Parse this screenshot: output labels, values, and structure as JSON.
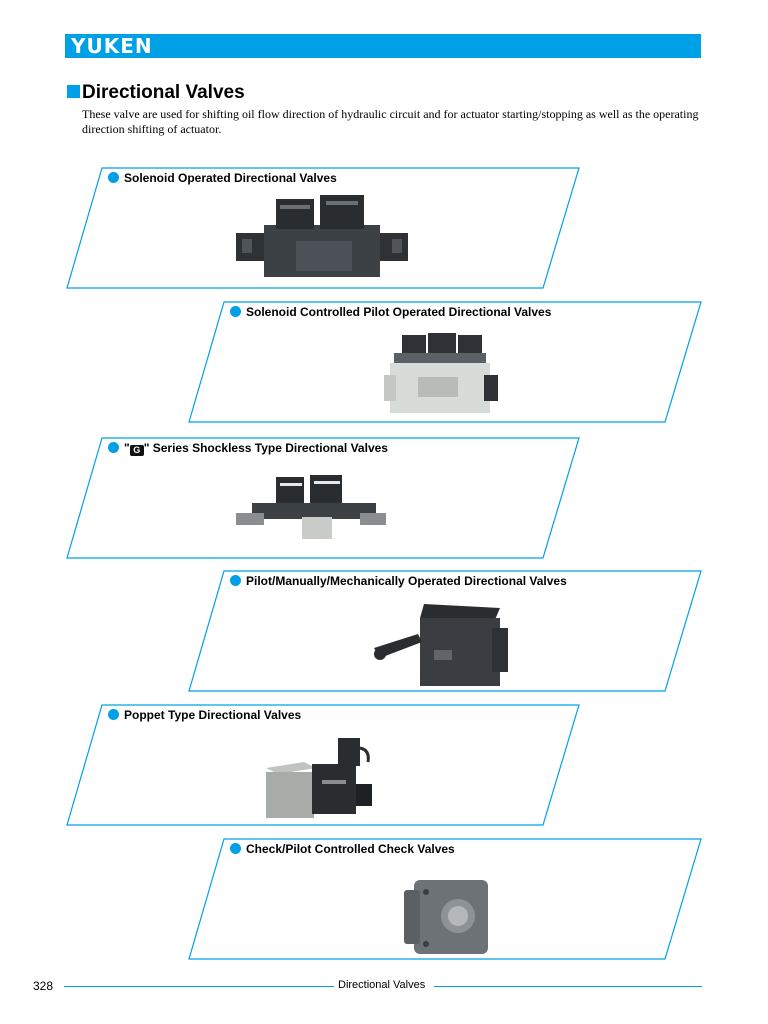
{
  "header": {
    "brand": "YUKEN"
  },
  "section": {
    "title": "Directional Valves",
    "intro": "These valve are used for shifting oil flow direction of hydraulic circuit and for actuator starting/stopping as well as the operating direction shifting of actuator."
  },
  "panels": [
    {
      "label": "Solenoid Operated Directional Valves"
    },
    {
      "label": "Solenoid Controlled Pilot Operated Directional Valves"
    },
    {
      "label_prefix": "\"",
      "label_mark": "G",
      "label_suffix": "\" Series Shockless Type Directional Valves"
    },
    {
      "label": "Pilot/Manually/Mechanically Operated Directional Valves"
    },
    {
      "label": "Poppet Type Directional Valves"
    },
    {
      "label": "Check/Pilot Controlled Check Valves"
    }
  ],
  "footer": {
    "page_number": "328",
    "title": "Directional Valves"
  },
  "colors": {
    "accent": "#00a0e6"
  }
}
